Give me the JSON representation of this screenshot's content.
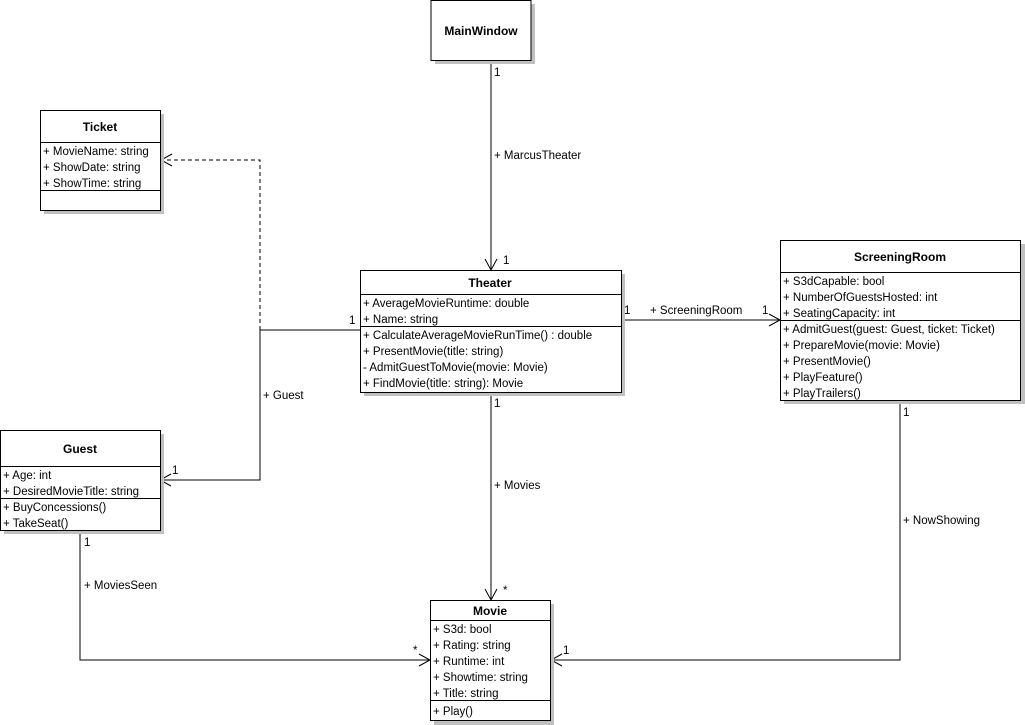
{
  "diagram": {
    "type": "uml-class-diagram",
    "classes": {
      "mainwindow": {
        "name": "MainWindow",
        "attributes": [],
        "operations": []
      },
      "ticket": {
        "name": "Ticket",
        "attributes": [
          "+ MovieName: string",
          "+ ShowDate: string",
          "+ ShowTime: string"
        ],
        "operations": []
      },
      "theater": {
        "name": "Theater",
        "attributes": [
          "+ AverageMovieRuntime: double",
          "+ Name: string"
        ],
        "operations": [
          "+ CalculateAverageMovieRunTime() : double",
          "+ PresentMovie(title: string)",
          "- AdmitGuestToMovie(movie: Movie)",
          "+ FindMovie(title: string): Movie"
        ]
      },
      "screeningroom": {
        "name": "ScreeningRoom",
        "attributes": [
          "+ S3dCapable: bool",
          "+ NumberOfGuestsHosted: int",
          "+ SeatingCapacity: int"
        ],
        "operations": [
          "+ AdmitGuest(guest: Guest, ticket: Ticket)",
          "+ PrepareMovie(movie: Movie)",
          "+ PresentMovie()",
          "+ PlayFeature()",
          "+ PlayTrailers()"
        ]
      },
      "guest": {
        "name": "Guest",
        "attributes": [
          "+ Age: int",
          "+ DesiredMovieTitle: string"
        ],
        "operations": [
          "+ BuyConcessions()",
          "+ TakeSeat()"
        ]
      },
      "movie": {
        "name": "Movie",
        "attributes": [
          "+ S3d: bool",
          "+ Rating: string",
          "+ Runtime: int",
          "+ Showtime: string",
          "+ Title: string"
        ],
        "operations": [
          "+ Play()"
        ]
      }
    },
    "associations": {
      "mainwindow_theater": {
        "from": "MainWindow",
        "to": "Theater",
        "role": "+ MarcusTheater",
        "source_mult": "1",
        "target_mult": "1",
        "kind": "directed-association"
      },
      "theater_screeningroom": {
        "from": "Theater",
        "to": "ScreeningRoom",
        "role": "+ ScreeningRoom",
        "source_mult": "1",
        "target_mult": "1",
        "kind": "directed-association"
      },
      "theater_guest": {
        "from": "Theater",
        "to": "Guest",
        "role": "+ Guest",
        "source_mult": "1",
        "target_mult": "1",
        "kind": "directed-association"
      },
      "theater_movie": {
        "from": "Theater",
        "to": "Movie",
        "role": "+ Movies",
        "source_mult": "1",
        "target_mult": "*",
        "kind": "directed-association"
      },
      "guest_movie": {
        "from": "Guest",
        "to": "Movie",
        "role": "+ MoviesSeen",
        "source_mult": "1",
        "target_mult": "*",
        "kind": "directed-association"
      },
      "screeningroom_movie": {
        "from": "ScreeningRoom",
        "to": "Movie",
        "role": "+ NowShowing",
        "source_mult": "1",
        "target_mult": "1",
        "kind": "directed-association"
      },
      "guest_ticket": {
        "from": "Guest",
        "to": "Ticket",
        "role": "",
        "kind": "dependency"
      }
    }
  }
}
